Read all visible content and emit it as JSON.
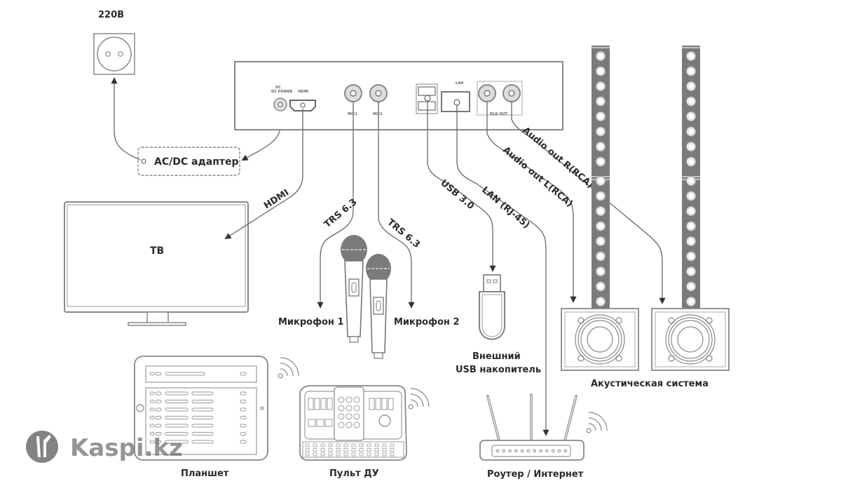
{
  "power": {
    "voltage_label": "220В"
  },
  "adapter": {
    "label": "AC/DC адаптер"
  },
  "device": {
    "ports": {
      "dc_power": "DC POWER",
      "hdmi": "HDMI",
      "mic1": "MIC1",
      "mic2": "MIC2",
      "lan": "LAN",
      "rca_out": "RCA OUT"
    }
  },
  "cables": {
    "hdmi": "HDMI",
    "trs1": "TRS 6.3",
    "trs2": "TRS 6.3",
    "usb": "USB 3.0",
    "lan": "LAN  (RJ-45)",
    "audio_l": "Audio out L(RCA)",
    "audio_r": "Audio out R(RCA)"
  },
  "devices": {
    "tv": "ТВ",
    "mic1": "Микрофон 1",
    "mic2": "Микрофон 2",
    "usb_line1": "Внешний",
    "usb_line2": "USB накопитель",
    "speakers": "Акустическая система",
    "tablet": "Планшет",
    "remote": "Пульт ДУ",
    "router": "Роутер / Интернет"
  },
  "watermark": {
    "text": "Kaspi.kz"
  },
  "colors": {
    "line": "#666666",
    "speaker_column": "#7a7a7a",
    "mic_head": "#7b7b7b",
    "watermark": "#6e6e6e"
  }
}
